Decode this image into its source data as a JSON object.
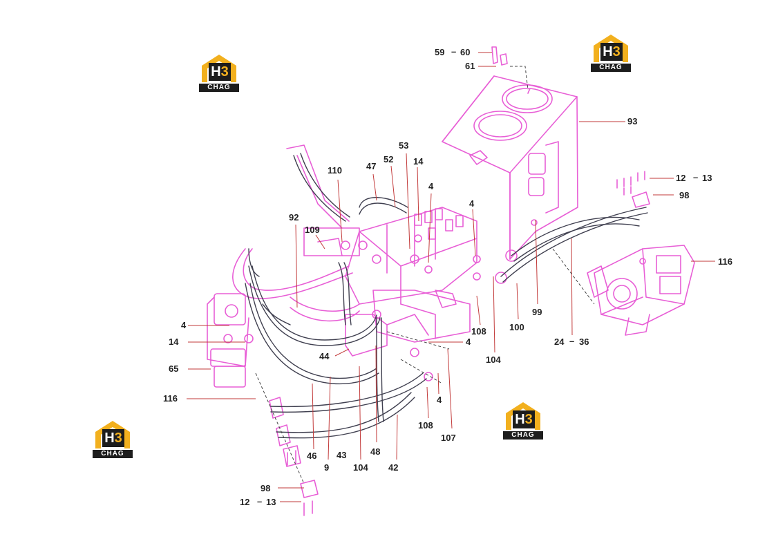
{
  "brand": {
    "mark_prefix": "H",
    "mark_suffix": "3",
    "name": "CHAG",
    "color_primary": "#f2b01e",
    "color_dark": "#1d1d1d"
  },
  "colors": {
    "parts": "#e85fd6",
    "hoses": "#404050",
    "leaders": "#c23a3a",
    "text": "#222222"
  },
  "callouts": [
    "59",
    "60",
    "61",
    "93",
    "53",
    "47",
    "52",
    "14",
    "110",
    "4",
    "4",
    "12",
    "13",
    "98",
    "92",
    "109",
    "116",
    "99",
    "100",
    "108",
    "4",
    "14",
    "4",
    "65",
    "44",
    "104",
    "24",
    "36",
    "116",
    "4",
    "108",
    "107",
    "46",
    "43",
    "9",
    "104",
    "48",
    "42",
    "98",
    "12",
    "13"
  ]
}
